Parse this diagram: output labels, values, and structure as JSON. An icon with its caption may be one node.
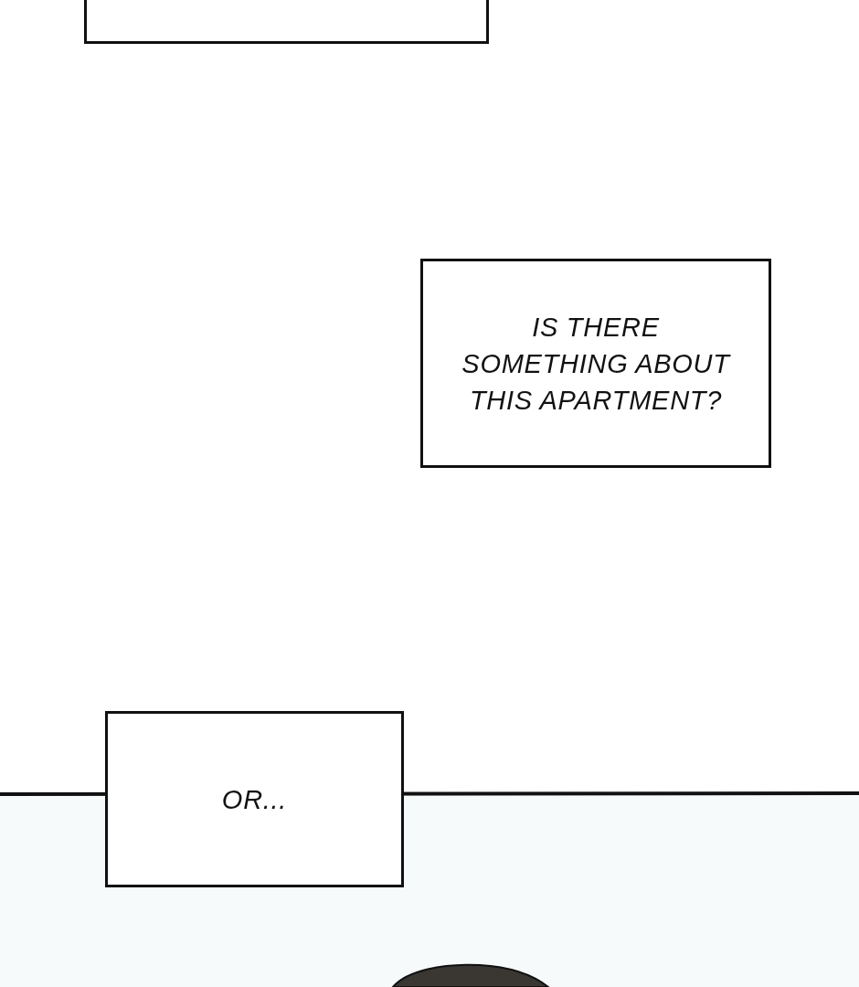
{
  "diagram": {
    "nodes": [
      {
        "text": [],
        "shape": "box"
      },
      {
        "text": [
          "IS THERE SOMETHING ABOUT THIS APARTMENT?"
        ]
      },
      {
        "text": [
          "OR..."
        ]
      }
    ]
  }
}
